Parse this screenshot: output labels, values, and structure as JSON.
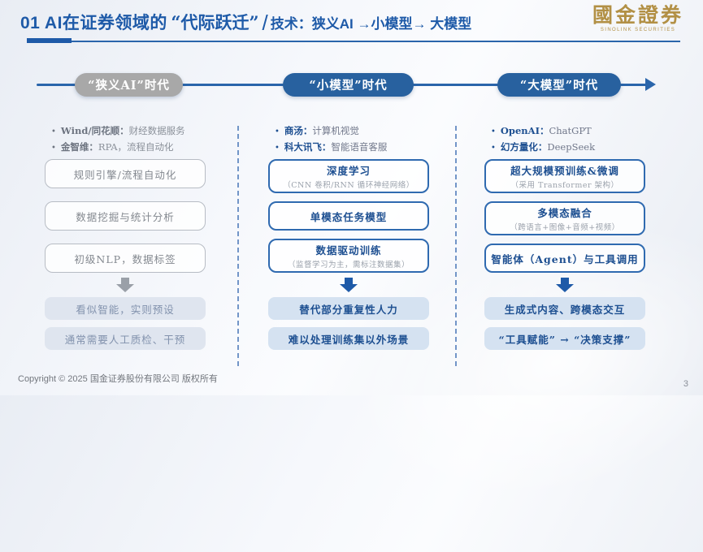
{
  "header": {
    "title_prefix": "01 AI在证券领域的",
    "title_quoted": "“代际跃迁”",
    "title_slash": "/",
    "title_tech": "技术：狭义AI →小模型→ 大模型",
    "logo": {
      "brand": "國金證券",
      "brand_sub": "SINOLINK SECURITIES"
    }
  },
  "timeline": {
    "eras": [
      {
        "label": "“狭义AI”时代",
        "color": "#a8a8a8"
      },
      {
        "label": "“小模型”时代",
        "color": "#28619f"
      },
      {
        "label": "“大模型”时代",
        "color": "#28619f"
      }
    ]
  },
  "columns": [
    {
      "id": "narrow-ai-era",
      "bullets": [
        {
          "lead": "Wind/同花顺：",
          "rest": "财经数据服务"
        },
        {
          "lead": "金智维：",
          "rest": "RPA，流程自动化"
        }
      ],
      "boxes": [
        {
          "title": "规则引擎/流程自动化",
          "subtitle": ""
        },
        {
          "title": "数据挖掘与统计分析",
          "subtitle": ""
        },
        {
          "title": "初级NLP，数据标签",
          "subtitle": ""
        }
      ],
      "results": [
        "看似智能，实则预设",
        "通常需要人工质检、干预"
      ]
    },
    {
      "id": "small-model-era",
      "bullets": [
        {
          "lead": "商汤：",
          "rest": "计算机视觉"
        },
        {
          "lead": "科大讯飞：",
          "rest": "智能语音客服"
        }
      ],
      "boxes": [
        {
          "title": "深度学习",
          "subtitle": "（CNN 卷积/RNN 循环神经网络）"
        },
        {
          "title": "单模态任务模型",
          "subtitle": ""
        },
        {
          "title": "数据驱动训练",
          "subtitle": "（监督学习为主，需标注数据集）"
        }
      ],
      "results": [
        "替代部分重复性人力",
        "难以处理训练集以外场景"
      ]
    },
    {
      "id": "large-model-era",
      "bullets": [
        {
          "lead": "OpenAI：",
          "rest": "ChatGPT"
        },
        {
          "lead": "幻方量化：",
          "rest": "DeepSeek"
        }
      ],
      "boxes": [
        {
          "title": "超大规模预训练&微调",
          "subtitle": "（采用 Transformer 架构）"
        },
        {
          "title": "多模态融合",
          "subtitle": "（跨语言+图像+音频+视频）"
        },
        {
          "title": "智能体（Agent）与工具调用",
          "subtitle": ""
        }
      ],
      "results": [
        "生成式内容、跨模态交互",
        "“工具赋能” → “决策支撑”"
      ]
    }
  ],
  "footer": {
    "copyright": "Copyright © 2025 国金证券股份有限公司 版权所有",
    "page_number": "3"
  },
  "colors": {
    "primary_blue": "#1e5aa8",
    "pill_blue": "#28619f",
    "pill_gray": "#a8a8a8",
    "box_border_blue": "#2f6ab0",
    "box_border_gray": "#b7bcc4",
    "dark_blue_text": "#1d4f91",
    "gray_text": "#83888f",
    "result_fill_gray": "#dfe5ef",
    "result_fill_blue": "#d5e2f1",
    "logo_gold": "#b29045"
  }
}
